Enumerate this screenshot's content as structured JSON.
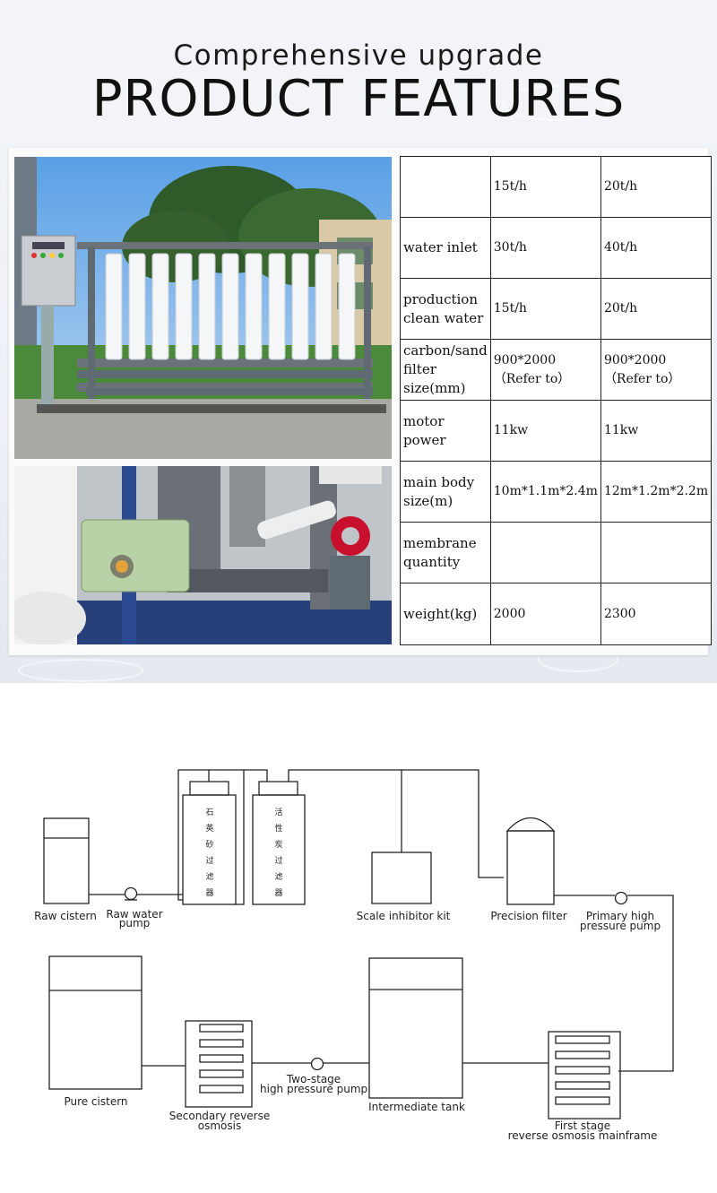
{
  "header": {
    "subtitle": "Comprehensive upgrade",
    "title": "PRODUCT FEATURES"
  },
  "spec_table": {
    "rows": [
      {
        "label": "",
        "v1": "15t/h",
        "v2": "20t/h"
      },
      {
        "label": "water inlet",
        "v1": "30t/h",
        "v2": "40t/h"
      },
      {
        "label": "production clean water",
        "v1": "15t/h",
        "v2": "20t/h"
      },
      {
        "label": "carbon/sand filter size(mm)",
        "v1": "900*2000 （Refer to）",
        "v2": "900*2000 （Refer to）"
      },
      {
        "label": "motor power",
        "v1": "11kw",
        "v2": "11kw"
      },
      {
        "label": "main body size(m)",
        "v1": "10m*1.1m*2.4m",
        "v2": "12m*1.2m*2.2m"
      },
      {
        "label": "membrane quantity",
        "v1": "",
        "v2": ""
      },
      {
        "label": "weight(kg)",
        "v1": "2000",
        "v2": "2300"
      }
    ]
  },
  "diagram": {
    "labels": {
      "raw_cistern": "Raw cistern",
      "raw_water_pump_1": "Raw water",
      "raw_water_pump_2": "pump",
      "scale_inhibitor": "Scale inhibitor kit",
      "precision_filter": "Precision filter",
      "primary_pump_1": "Primary high",
      "primary_pump_2": "pressure pump",
      "pure_cistern": "Pure cistern",
      "secondary_ro_1": "Secondary reverse",
      "secondary_ro_2": "osmosis",
      "two_stage_pump_1": "Two-stage",
      "two_stage_pump_2": "high pressure pump",
      "intermediate_tank": "Intermediate tank",
      "first_stage_1": "First stage",
      "first_stage_2": "reverse osmosis mainframe"
    },
    "filter_labels": {
      "sand_filter": "石英砂过滤器",
      "carbon_filter": "活性炭过滤器"
    }
  },
  "colors": {
    "line": "#222222",
    "pipe": "#5f6a72",
    "membrane": "#f4f6f7",
    "valve": "#c8102e"
  }
}
